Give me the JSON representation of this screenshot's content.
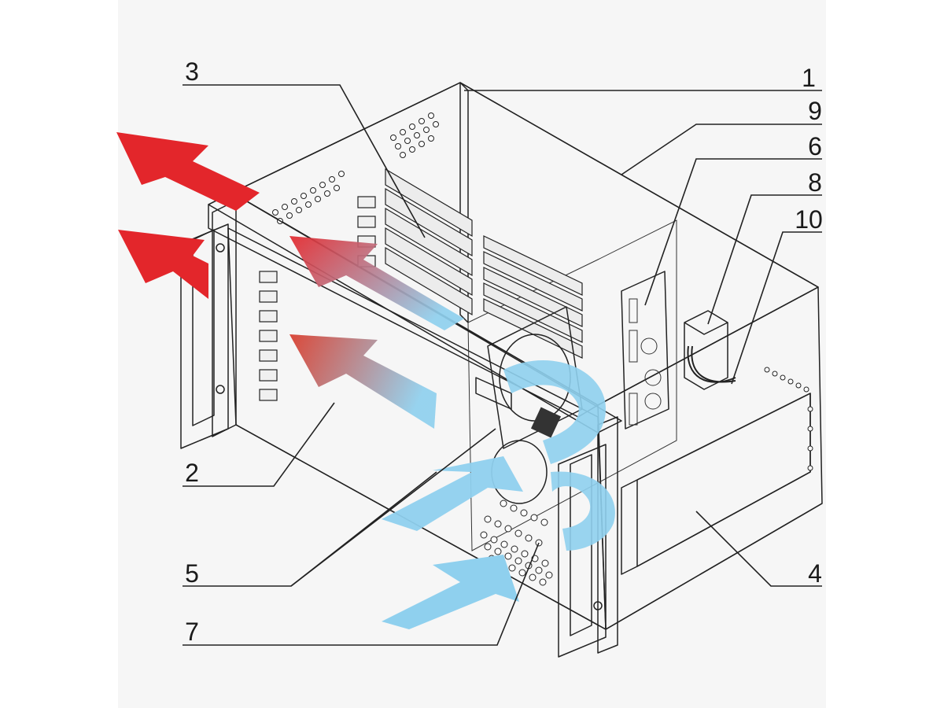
{
  "callouts": [
    {
      "id": "1",
      "label": "1"
    },
    {
      "id": "2",
      "label": "2"
    },
    {
      "id": "3",
      "label": "3"
    },
    {
      "id": "4",
      "label": "4"
    },
    {
      "id": "5",
      "label": "5"
    },
    {
      "id": "6",
      "label": "6"
    },
    {
      "id": "7",
      "label": "7"
    },
    {
      "id": "8",
      "label": "8"
    },
    {
      "id": "9",
      "label": "9"
    },
    {
      "id": "10",
      "label": "10"
    }
  ],
  "colors": {
    "background": "#ffffff",
    "panel_grey": "#dcdcdc",
    "panel_light": "#ebebeb",
    "hot_air": "#e3262b",
    "cool_air": "#8fd0ee",
    "outline": "#222222"
  }
}
